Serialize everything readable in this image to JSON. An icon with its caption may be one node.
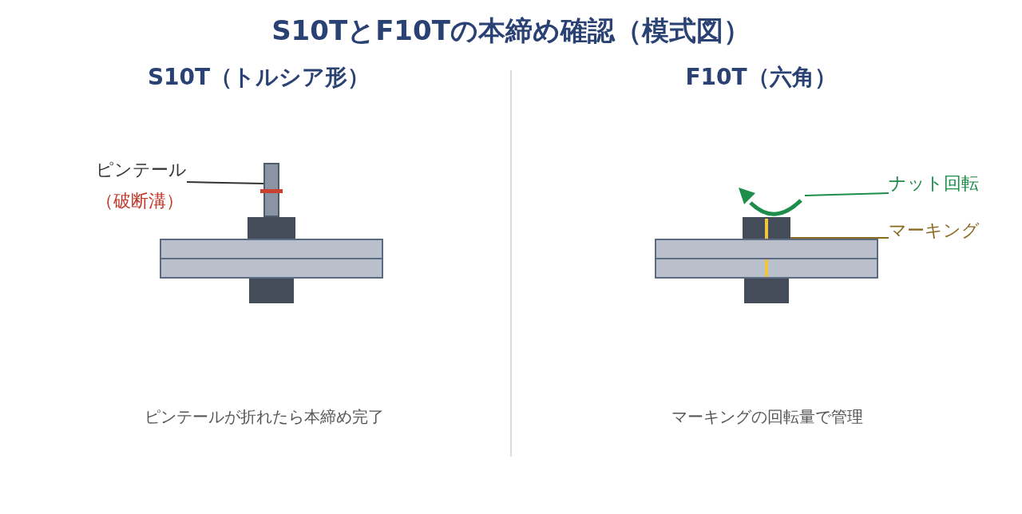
{
  "diagram": {
    "title": "S10TとF10Tの本締め確認（模式図）",
    "nodes": [
      {
        "text": [
          "ピンテール",
          "（破断溝）"
        ]
      },
      {
        "text": [],
        "shape": "box"
      },
      {
        "text": [],
        "shape": "box"
      },
      {
        "text": [],
        "shape": "box"
      },
      {
        "text": [],
        "shape": "box"
      },
      {
        "text": [],
        "shape": "box"
      },
      {
        "text": [
          "ナット回転"
        ]
      },
      {
        "text": [],
        "shape": "arrow"
      },
      {
        "text": [
          "マーキング"
        ]
      },
      {
        "text": [],
        "shape": "box"
      },
      {
        "text": [],
        "shape": "box"
      },
      {
        "text": [],
        "shape": "box"
      },
      {
        "text": [],
        "shape": "box"
      }
    ],
    "edges": [
      {
        "from": 0,
        "to": 1,
        "arrow": "none"
      },
      {
        "from": 6,
        "to": 7,
        "arrow": "none",
        "color": "#1e8c4a"
      },
      {
        "from": 8,
        "to": 9,
        "arrow": "none",
        "color": "#8a6a1e"
      }
    ],
    "labels": [
      "S10T（トルシア形）",
      "F10T（六角）",
      "ピンテールが折れたら本締め完了",
      "マーキングの回転量で管理"
    ]
  }
}
